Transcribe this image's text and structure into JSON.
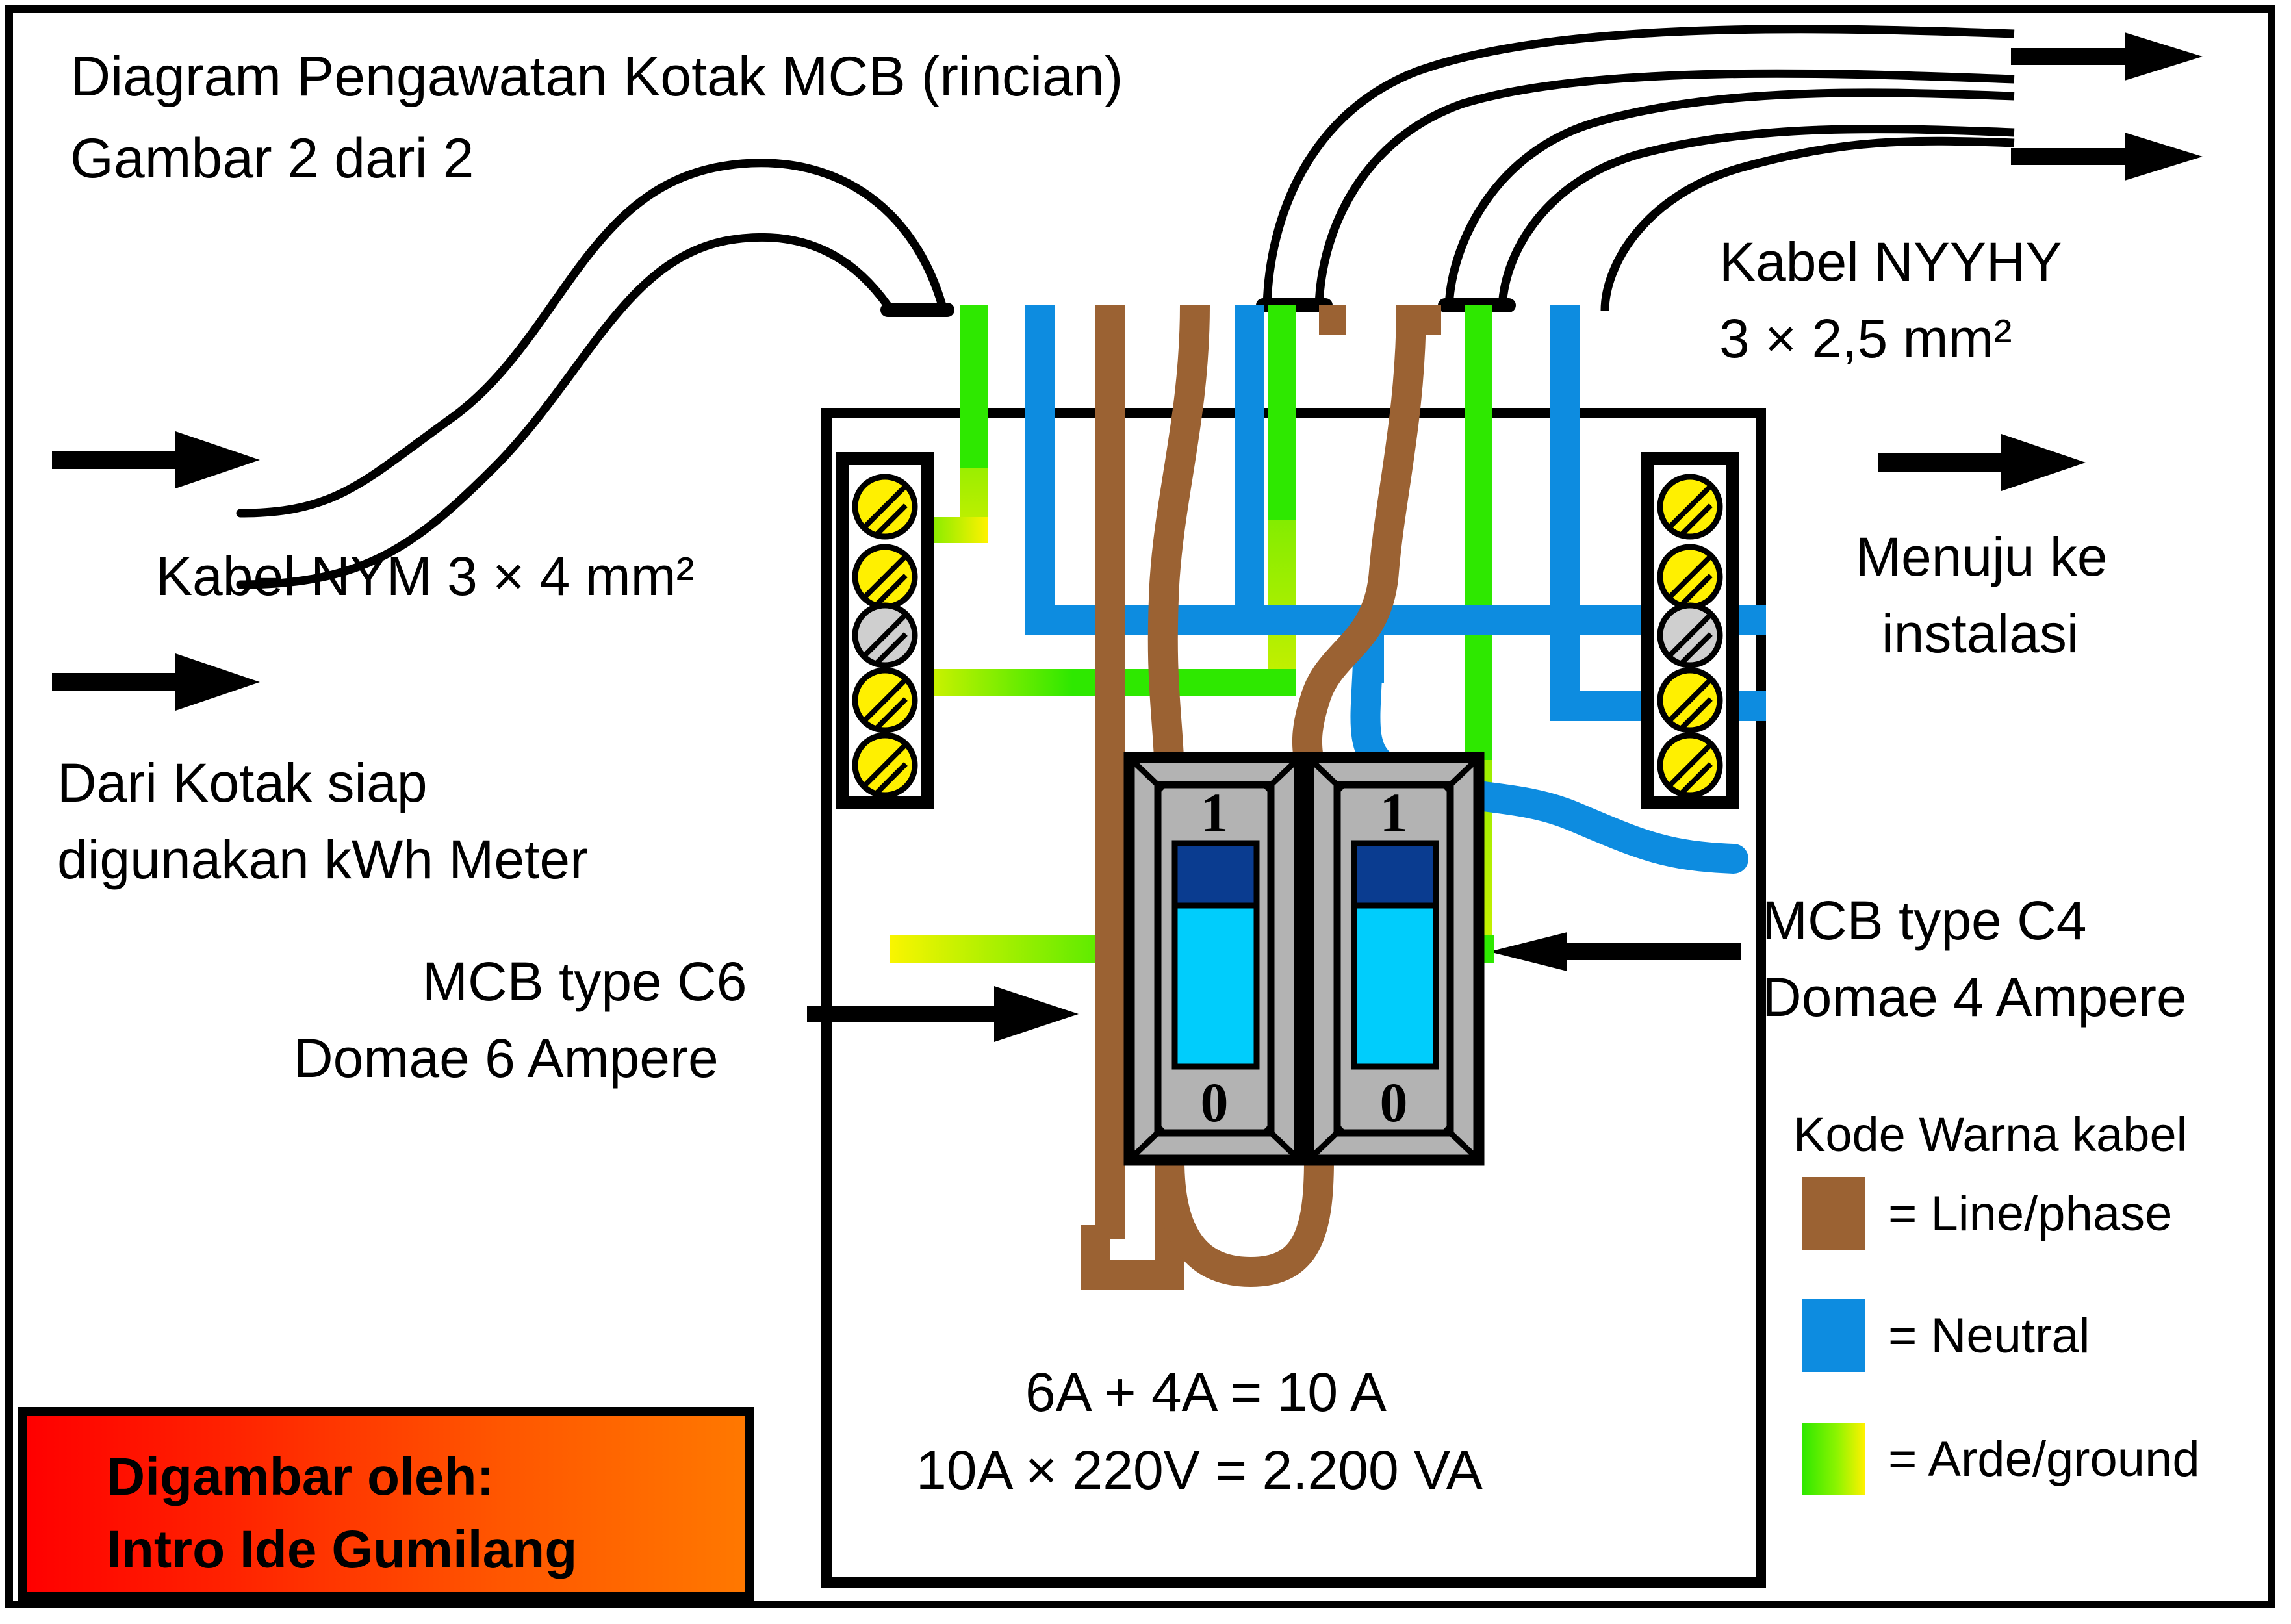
{
  "document": {
    "title_line1": "Diagram Pengawatan Kotak MCB (rincian)",
    "title_line2": "Gambar 2 dari 2"
  },
  "labels": {
    "cable_in": "Kabel NYM 3 × 4 mm²",
    "source_line1": "Dari Kotak siap",
    "source_line2": "digunakan kWh Meter",
    "cable_out_line1": "Kabel NYYHY",
    "cable_out_line2": "3 × 2,5 mm²",
    "destination_line1": "Menuju ke",
    "destination_line2": "instalasi",
    "mcb_left_line1": "MCB type C6",
    "mcb_left_line2": "Domae 6 Ampere",
    "mcb_right_line1": "MCB type C4",
    "mcb_right_line2": "Domae 4 Ampere"
  },
  "calculation": {
    "line1": "6A + 4A = 10 A",
    "line2": "10A × 220V = 2.200 VA"
  },
  "legend": {
    "title": "Kode Warna kabel",
    "items": [
      {
        "swatch": "brown",
        "equals": "= Line/phase",
        "color": "#9b6233"
      },
      {
        "swatch": "blue",
        "equals": "= Neutral",
        "color": "#0d8ce0"
      },
      {
        "swatch": "greenyellow",
        "equals": "= Arde/ground",
        "color": "#2ee800"
      }
    ]
  },
  "breakers": [
    {
      "name": "mcb-c6",
      "on_label": "1",
      "off_label": "0",
      "rating": "6 Ampere",
      "type": "C6"
    },
    {
      "name": "mcb-c4",
      "on_label": "1",
      "off_label": "0",
      "rating": "4 Ampere",
      "type": "C4"
    }
  ],
  "terminal_blocks": {
    "left": {
      "terminals": [
        "yellow",
        "yellow",
        "gray",
        "yellow",
        "yellow"
      ]
    },
    "right": {
      "terminals": [
        "yellow",
        "yellow",
        "gray",
        "yellow",
        "yellow"
      ]
    }
  },
  "signature": {
    "line1": "Digambar oleh:",
    "line2": "Intro Ide Gumilang"
  },
  "colors": {
    "line_phase": "#9b6233",
    "neutral": "#0d8ce0",
    "ground_green": "#2ee800",
    "ground_yellow": "#faf500",
    "terminal_yellow": "#fff000",
    "terminal_gray": "#cfcfcf",
    "breaker_body": "#b3b3b3",
    "breaker_toggle_dark": "#0a3c90",
    "breaker_toggle_light": "#00cdfc",
    "frame": "#000000",
    "sig_from": "#ff0000",
    "sig_to": "#ff7800"
  }
}
